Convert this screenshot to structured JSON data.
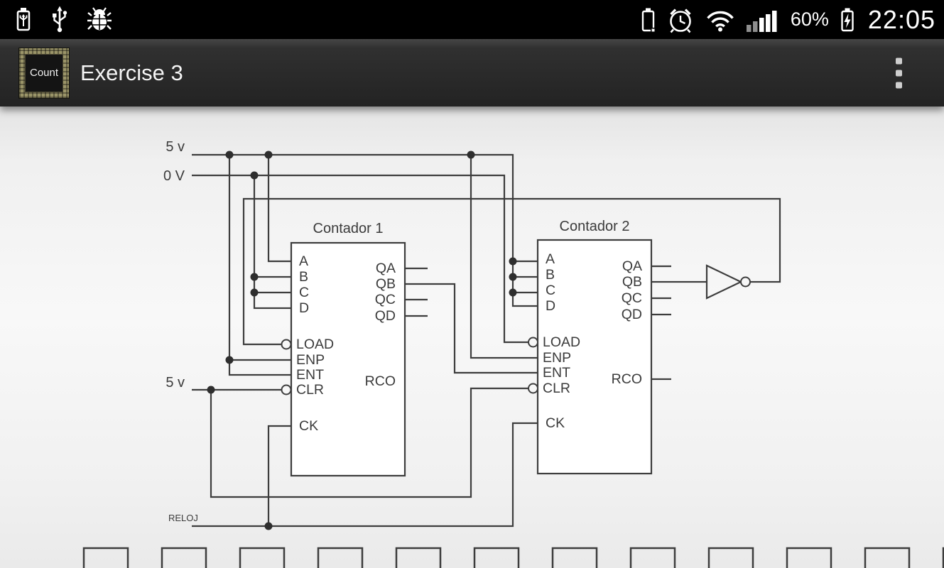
{
  "status_bar": {
    "time": "22:05",
    "battery_percent": "60%",
    "left_icons": [
      "usb-battery-icon",
      "usb-icon",
      "debug-bug-icon"
    ],
    "right_icons": [
      "battery-empty-icon",
      "alarm-icon",
      "wifi-icon",
      "signal-icon",
      "battery-charging-icon"
    ],
    "colors": {
      "background": "#000000",
      "foreground": "#ffffff"
    }
  },
  "app_bar": {
    "title": "Exercise 3",
    "app_icon_label": "Count",
    "colors": {
      "background": "#2b2b2b",
      "title": "#f5f5f5",
      "icon_border": "#9a9468"
    }
  },
  "circuit": {
    "labels": {
      "vcc_top": "5 v",
      "gnd": "0 V",
      "vcc_clr": "5 v",
      "clock": "RELOJ"
    },
    "counter1": {
      "title": "Contador 1",
      "pins_left": [
        "A",
        "B",
        "C",
        "D",
        "LOAD",
        "ENP",
        "ENT",
        "CLR",
        "CK"
      ],
      "pins_right": [
        "QA",
        "QB",
        "QC",
        "QD",
        "RCO"
      ]
    },
    "counter2": {
      "title": "Contador 2",
      "pins_left": [
        "A",
        "B",
        "C",
        "D",
        "LOAD",
        "ENP",
        "ENT",
        "CLR",
        "CK"
      ],
      "pins_right": [
        "QA",
        "QB",
        "QC",
        "QD",
        "RCO"
      ]
    },
    "gate": {
      "type": "inverter"
    },
    "colors": {
      "wire": "#3d3d3d",
      "box_fill": "#ffffff",
      "background": "#f2f2f2"
    }
  }
}
